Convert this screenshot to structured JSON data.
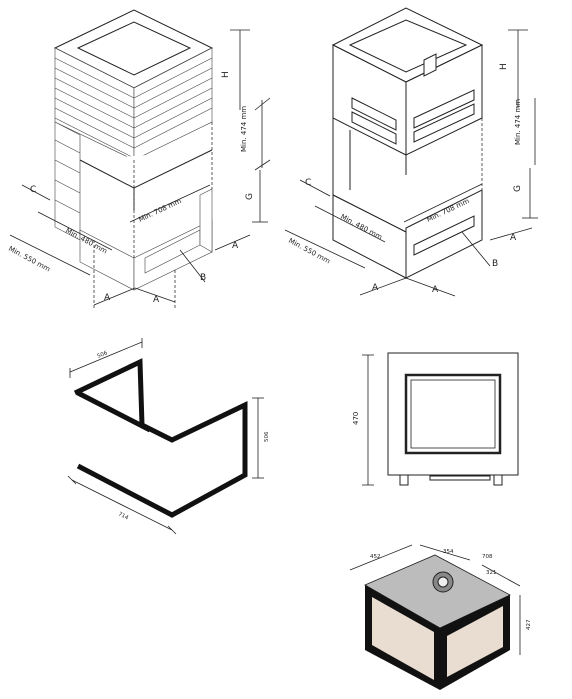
{
  "brick_chimney": {
    "label_h": "H",
    "label_min474": "Min.\n474 mm",
    "label_g": "G",
    "label_c": "C",
    "label_min708": "Min. 708 mm",
    "label_min480": "Min.\n480 mm",
    "label_min550": "Min.\n550 mm",
    "label_a_left": "A",
    "label_a_right": "A",
    "label_a_side": "A",
    "label_b": "B"
  },
  "board_chimney": {
    "label_h": "H",
    "label_min474": "Min.\n474 mm",
    "label_g": "G",
    "label_c": "C",
    "label_min708": "Min. 708 mm",
    "label_min480": "Min.\n480 mm",
    "label_min550": "Min.\n550 mm",
    "label_a_left": "A",
    "label_a_right": "A",
    "label_a_side": "A",
    "label_b": "B"
  },
  "frame": {
    "dim_top": "506",
    "dim_right": "506",
    "dim_bottom": "714"
  },
  "front_view": {
    "dim_height": "470"
  },
  "stove_iso": {
    "dim_452": "452",
    "dim_354": "354",
    "dim_708": "708",
    "dim_321": "321",
    "dim_427": "427"
  }
}
